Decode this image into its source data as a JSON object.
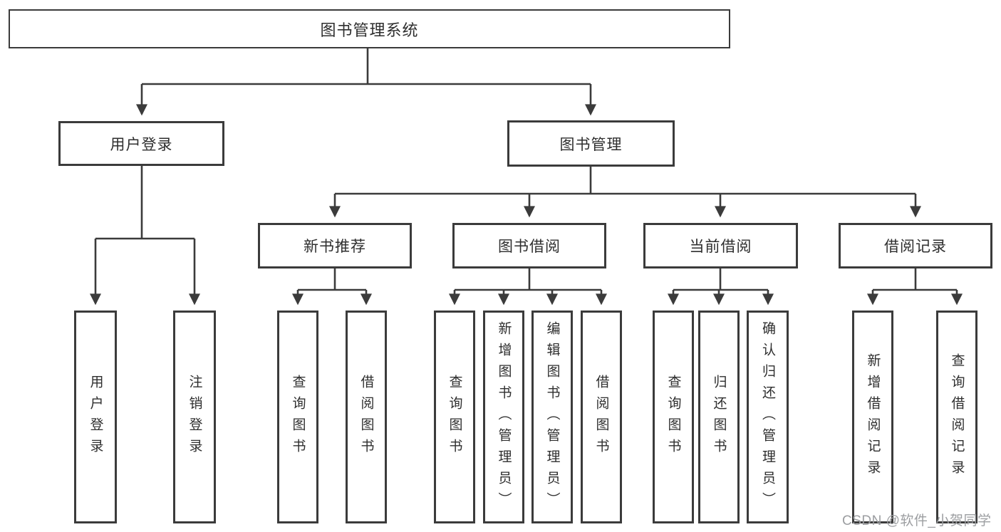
{
  "tree": {
    "root": {
      "label": "图书管理系统"
    },
    "branches": [
      {
        "label": "用户登录",
        "children": [
          {
            "label": "用户登录"
          },
          {
            "label": "注销登录"
          }
        ]
      },
      {
        "label": "图书管理",
        "groups": [
          {
            "label": "新书推荐",
            "children": [
              {
                "label": "查询图书"
              },
              {
                "label": "借阅图书"
              }
            ]
          },
          {
            "label": "图书借阅",
            "children": [
              {
                "label": "查询图书"
              },
              {
                "label": "新增图书（管理员）"
              },
              {
                "label": "编辑图书（管理员）"
              },
              {
                "label": "借阅图书"
              }
            ]
          },
          {
            "label": "当前借阅",
            "children": [
              {
                "label": "查询图书"
              },
              {
                "label": "归还图书"
              },
              {
                "label": "确认归还（管理员）"
              }
            ]
          },
          {
            "label": "借阅记录",
            "children": [
              {
                "label": "新增借阅记录"
              },
              {
                "label": "查询借阅记录"
              }
            ]
          }
        ]
      }
    ]
  },
  "watermark": {
    "text": "CSDN @软件_小贺同学"
  },
  "colors": {
    "line": "#3b3b3b",
    "text": "#2e2e2e",
    "watermark": "#9c9ea1",
    "background": "#ffffff"
  }
}
